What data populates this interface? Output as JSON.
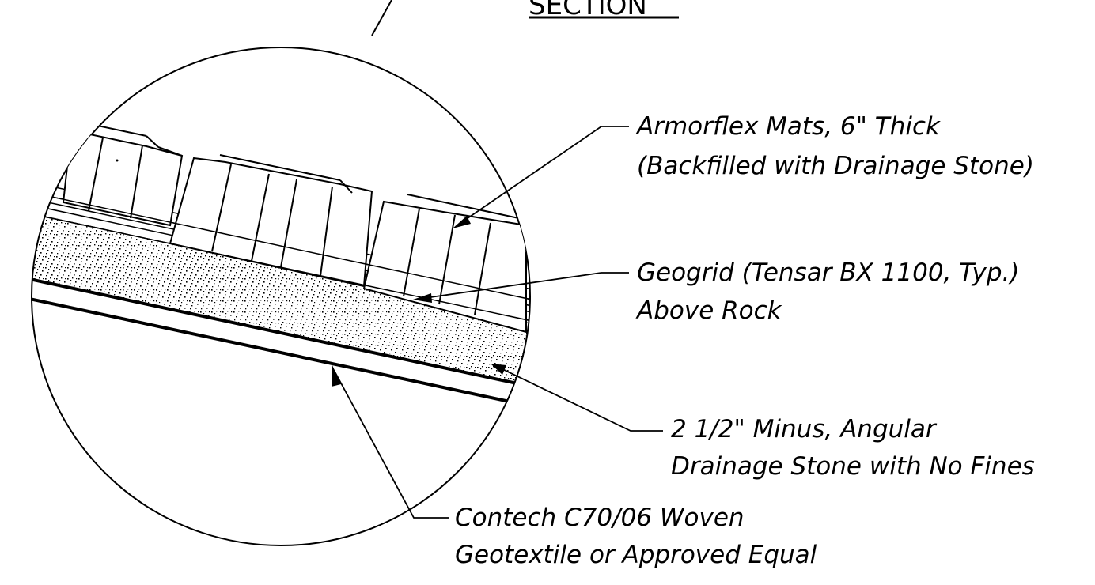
{
  "title": "SECTION",
  "colors": {
    "ink": "#000000",
    "paper": "#ffffff"
  },
  "labels": {
    "armorflex": {
      "line1": "Armorflex Mats, 6\" Thick",
      "line2": "(Backfilled with Drainage Stone)"
    },
    "geogrid": {
      "line1": "Geogrid (Tensar BX 1100, Typ.)",
      "line2": "Above Rock"
    },
    "stone": {
      "line1": "2 1/2\" Minus, Angular",
      "line2": "Drainage Stone with No Fines"
    },
    "geotextile": {
      "line1": "Contech C70/06 Woven",
      "line2": "Geotextile or Approved Equal"
    }
  }
}
